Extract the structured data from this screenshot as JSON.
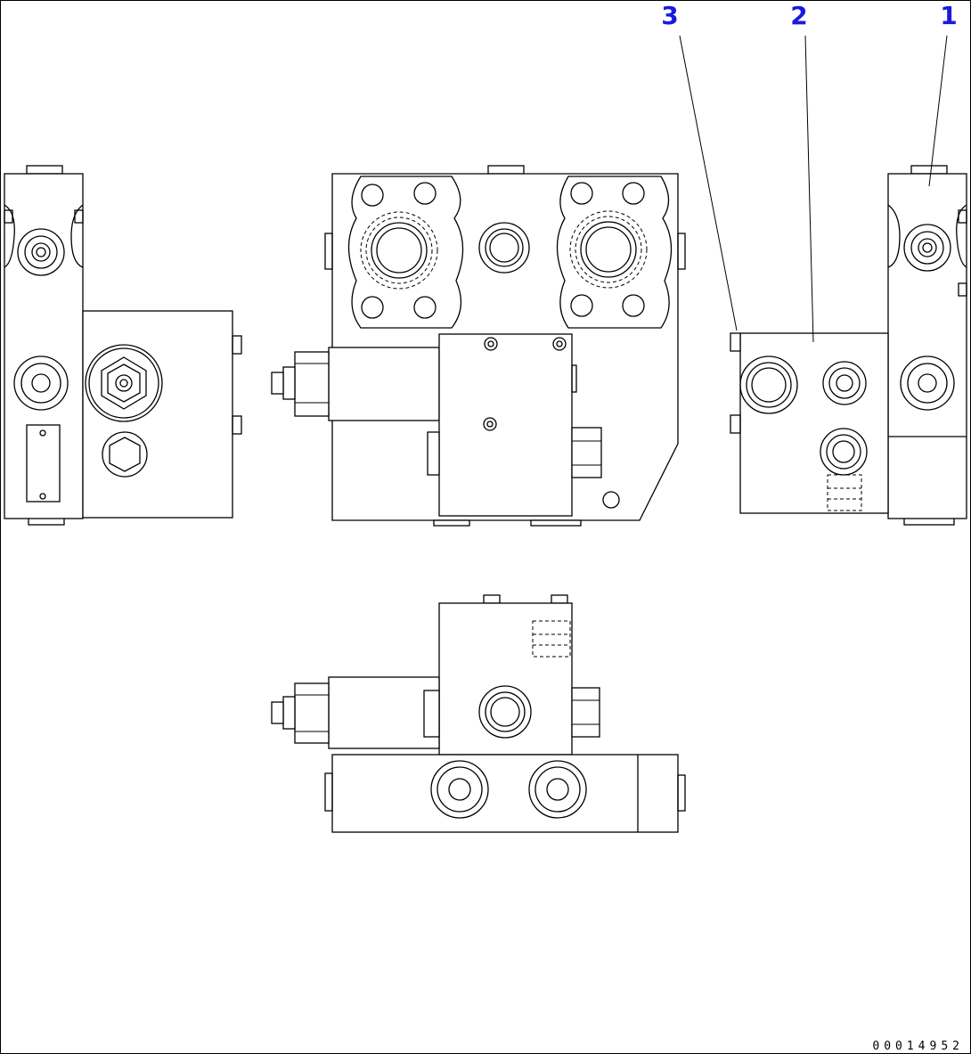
{
  "callouts": [
    {
      "label": "3"
    },
    {
      "label": "2"
    },
    {
      "label": "1"
    }
  ],
  "drawing_number": "00014952",
  "colors": {
    "callout": "#1a1adc",
    "line": "#000000",
    "background": "#ffffff"
  }
}
